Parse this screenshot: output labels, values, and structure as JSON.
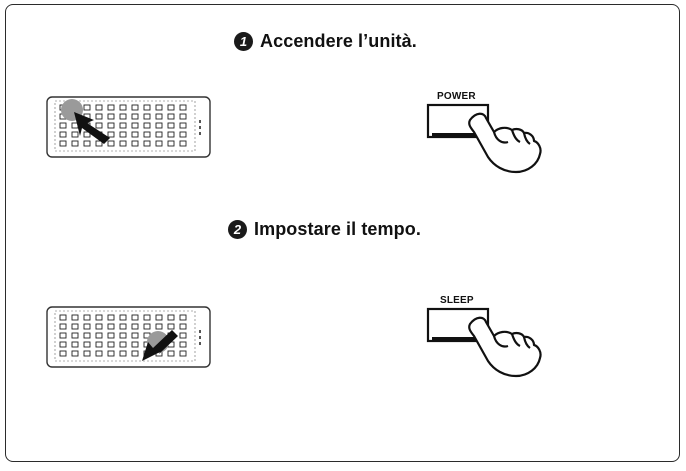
{
  "steps": [
    {
      "number": "1",
      "title": "Accendere l’unità.",
      "button_label": "POWER",
      "remote_arrow": "top-left"
    },
    {
      "number": "2",
      "title": "Impostare il tempo.",
      "button_label": "SLEEP",
      "remote_arrow": "bottom-right"
    }
  ],
  "icons": {
    "remote": "remote-control-icon",
    "arrow": "press-arrow-icon",
    "hand": "pointing-hand-icon"
  }
}
